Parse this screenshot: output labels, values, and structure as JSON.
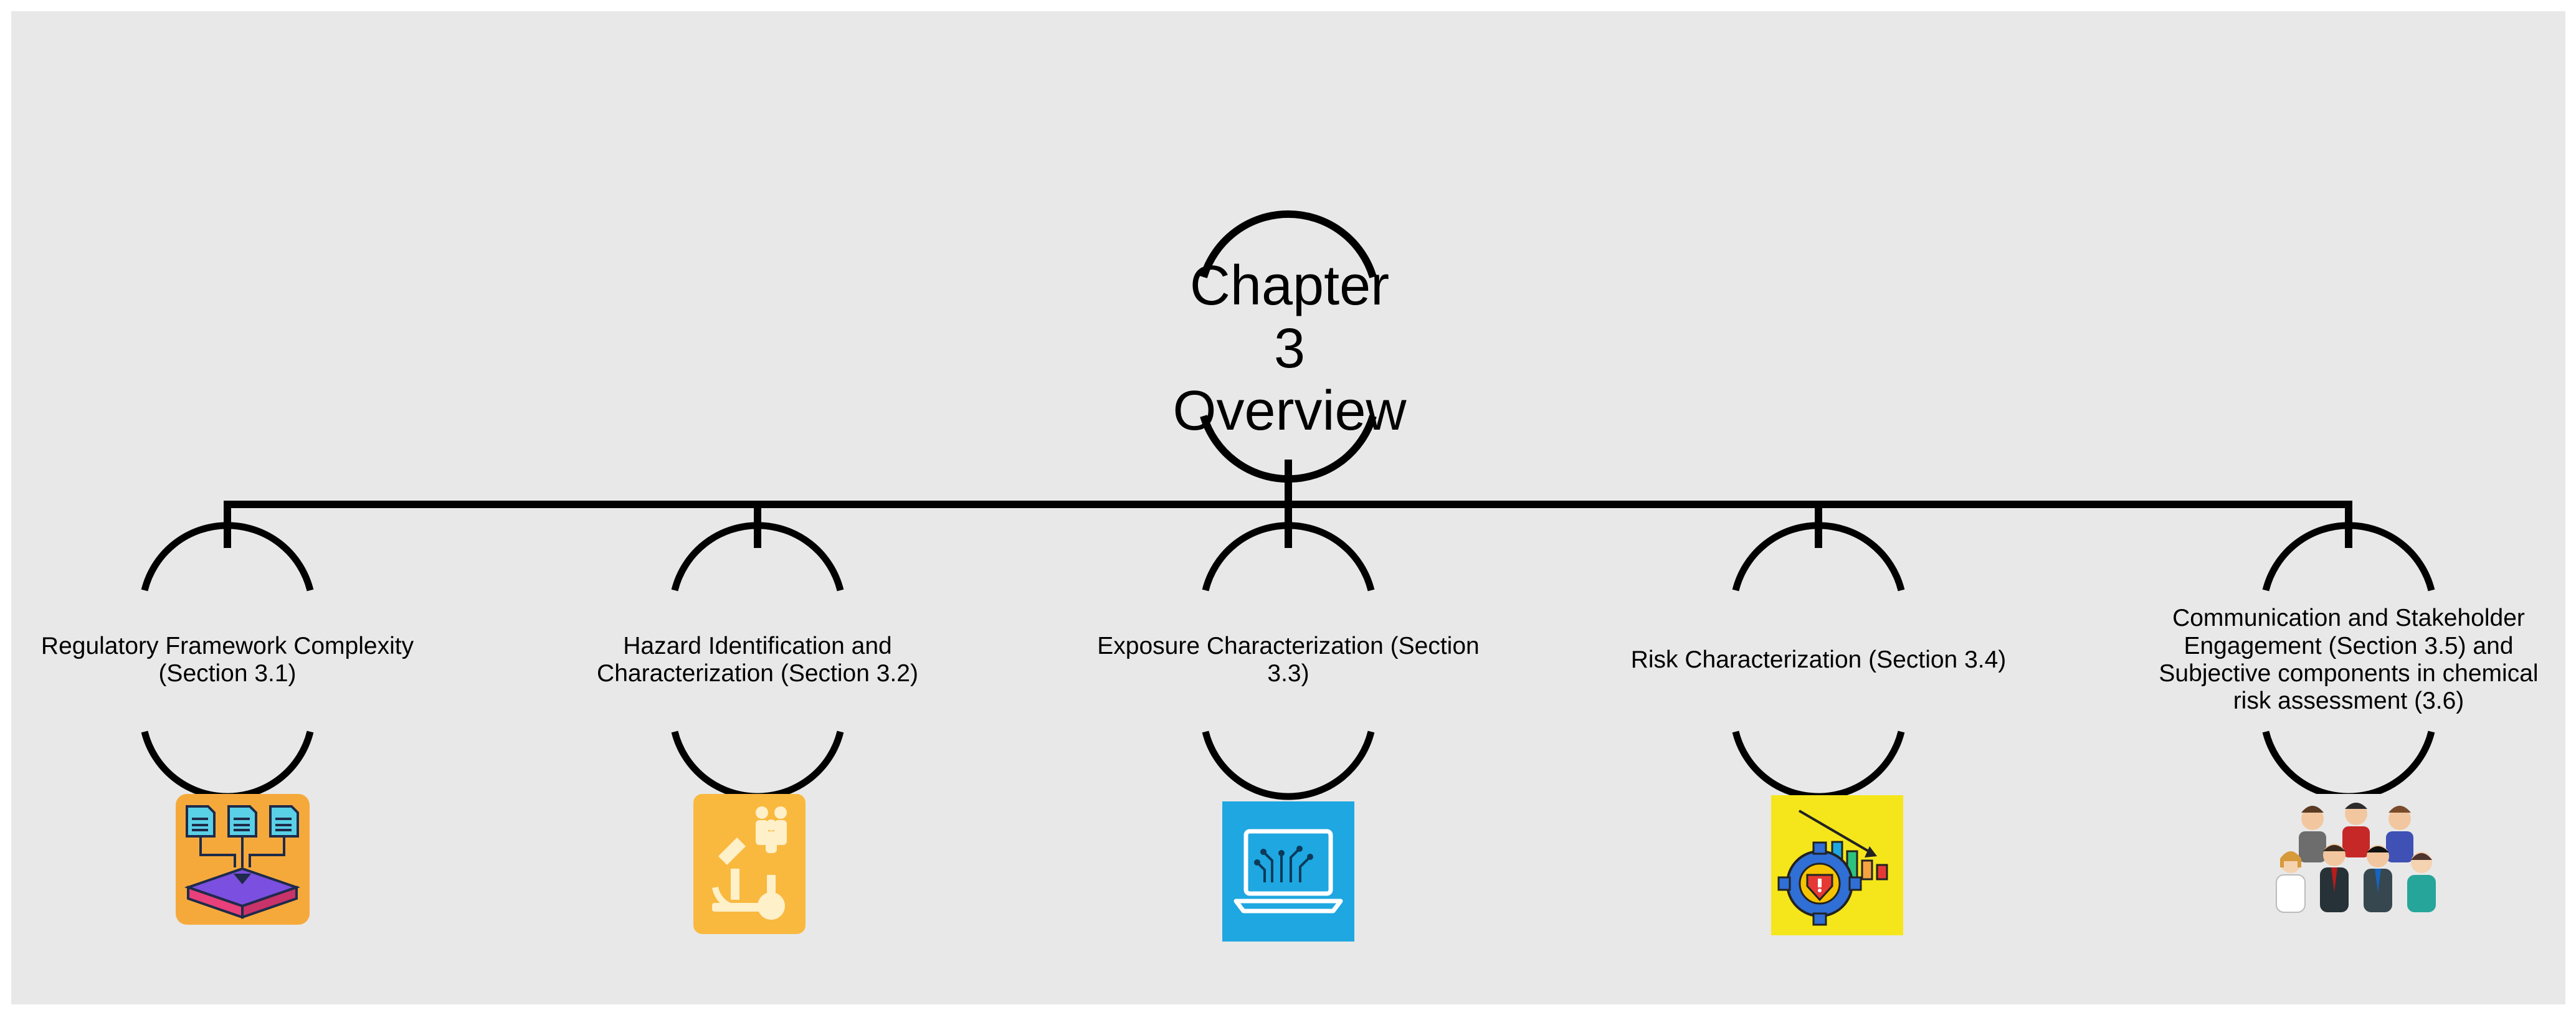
{
  "central_node": {
    "line1": "Chapter 3",
    "line2": "Overview"
  },
  "nodes": [
    {
      "lines": [
        "Regulatory Framework Complexity",
        "(Section 3.1)"
      ],
      "icon": "document-stack-inbox-icon"
    },
    {
      "lines": [
        "Hazard Identification and",
        "Characterization (Section 3.2)"
      ],
      "icon": "microscope-flask-people-icon"
    },
    {
      "lines": [
        "Exposure Characterization (Section",
        "3.3)"
      ],
      "icon": "laptop-circuit-icon"
    },
    {
      "lines": [
        "Risk Characterization (Section 3.4)"
      ],
      "icon": "gear-warning-chart-icon"
    },
    {
      "lines": [
        "Communication and Stakeholder",
        "Engagement  (Section 3.5) and",
        "Subjective components in chemical",
        "risk assessment (3.6)"
      ],
      "icon": "stakeholder-group-icon"
    }
  ],
  "colors": {
    "background": "#e8e8e8",
    "connector": "#000000",
    "icon_orange": "#f6a93b",
    "icon_blue": "#1ea7e1",
    "icon_yellow": "#f5e61c"
  }
}
